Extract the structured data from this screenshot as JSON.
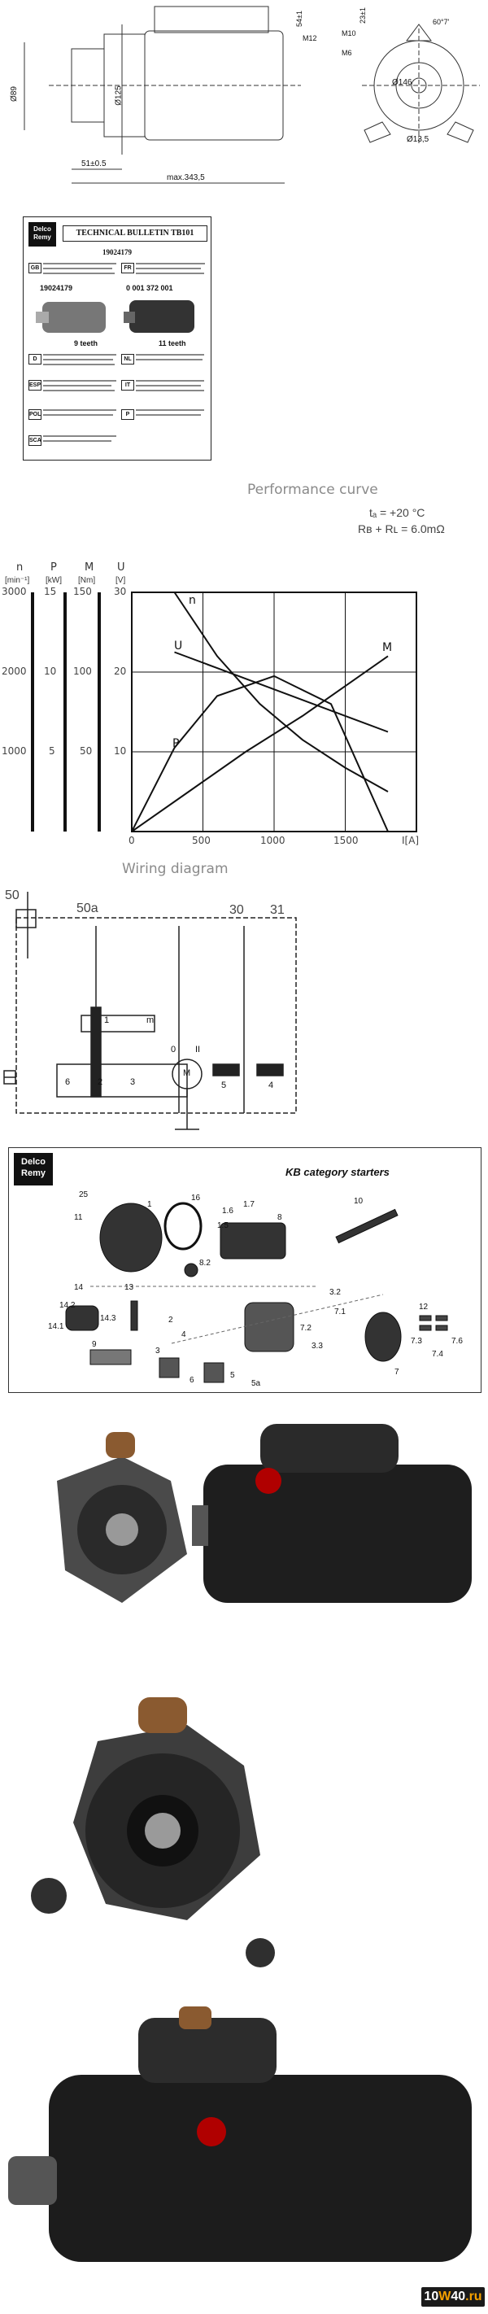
{
  "drawing": {
    "dim_height": "Ø89",
    "dim_diameter": "Ø125",
    "dim_offset": "51±0.5",
    "dim_max": "max.343,5",
    "dim_thread1": "M12",
    "dim_thread2": "M10",
    "dim_thread3": "M6",
    "dim_len1": "54±1",
    "dim_len2": "23±1",
    "dim_angle": "60°7'",
    "dim_circle": "Ø146",
    "dim_hole": "Ø13,5"
  },
  "bulletin": {
    "logo_top": "Delco",
    "logo_bottom": "Remy",
    "title": "TECHNICAL BULLETIN TB101",
    "part_number": "19024179",
    "langs_top": [
      "GB",
      "FR"
    ],
    "langs_mid": [
      "D",
      "NL"
    ],
    "langs_bottom": [
      "ESP",
      "IT",
      "P",
      "POL",
      "SCA"
    ],
    "left_product": "19024179",
    "left_teeth": "9 teeth",
    "right_product": "0 001 372 001",
    "right_teeth": "11 teeth"
  },
  "performance": {
    "title": "Performance curve",
    "temp": "tₐ = +20 °C",
    "resistance": "Rʙ + Rʟ = 6.0mΩ",
    "axis_n": "n",
    "axis_p": "P",
    "axis_m": "M",
    "axis_u": "U",
    "unit_n": "[min⁻¹]",
    "unit_p": "[kW]",
    "unit_m": "[Nm]",
    "unit_u": "[V]",
    "x_unit": "I[A]",
    "ticks_n": [
      "3000",
      "2000",
      "1000"
    ],
    "ticks_p": [
      "15",
      "10",
      "5"
    ],
    "ticks_m": [
      "150",
      "100",
      "50"
    ],
    "ticks_u": [
      "30",
      "20",
      "10"
    ],
    "ticks_x": [
      "0",
      "500",
      "1000",
      "1500"
    ],
    "curve_labels": [
      "n",
      "U",
      "M",
      "P"
    ]
  },
  "chart_data": {
    "type": "line",
    "title": "Performance curve",
    "xlabel": "I[A]",
    "xlim": [
      0,
      2000
    ],
    "ylim": [
      0,
      3000
    ],
    "series": [
      {
        "name": "n",
        "x": [
          300,
          600,
          900,
          1200,
          1500,
          1800
        ],
        "y": [
          3000,
          2200,
          1600,
          1150,
          800,
          500
        ]
      },
      {
        "name": "U",
        "x": [
          300,
          600,
          900,
          1200,
          1500,
          1800
        ],
        "y": [
          2250,
          2050,
          1850,
          1650,
          1450,
          1250
        ]
      },
      {
        "name": "M",
        "x": [
          0,
          400,
          800,
          1200,
          1600,
          1800
        ],
        "y": [
          0,
          500,
          1000,
          1450,
          1950,
          2200
        ]
      },
      {
        "name": "P",
        "x": [
          0,
          300,
          600,
          1000,
          1400,
          1800
        ],
        "y": [
          0,
          1050,
          1700,
          1950,
          1600,
          0
        ]
      }
    ]
  },
  "wiring": {
    "title": "Wiring diagram",
    "terminal_50": "50",
    "terminal_50a": "50a",
    "terminal_30": "30",
    "terminal_31": "31",
    "labels": [
      "1",
      "m",
      "0",
      "II",
      "M",
      "5",
      "4",
      "6",
      "2",
      "3"
    ]
  },
  "exploded": {
    "logo_top": "Delco",
    "logo_bottom": "Remy",
    "title": "KB category starters",
    "part_labels": [
      "25",
      "11",
      "1",
      "16",
      "1.5",
      "1.6",
      "1.7",
      "10",
      "8",
      "8.2",
      "13",
      "14",
      "14.2",
      "14.3",
      "14.1",
      "9",
      "2",
      "3",
      "4",
      "12",
      "7.1",
      "7.2",
      "7.3",
      "7.4",
      "7.6",
      "7",
      "6",
      "5",
      "5a",
      "3.2",
      "3.3"
    ]
  },
  "photos": {
    "watermark_a": "10",
    "watermark_b": "W",
    "watermark_c": "40",
    "watermark_d": ".ru"
  }
}
